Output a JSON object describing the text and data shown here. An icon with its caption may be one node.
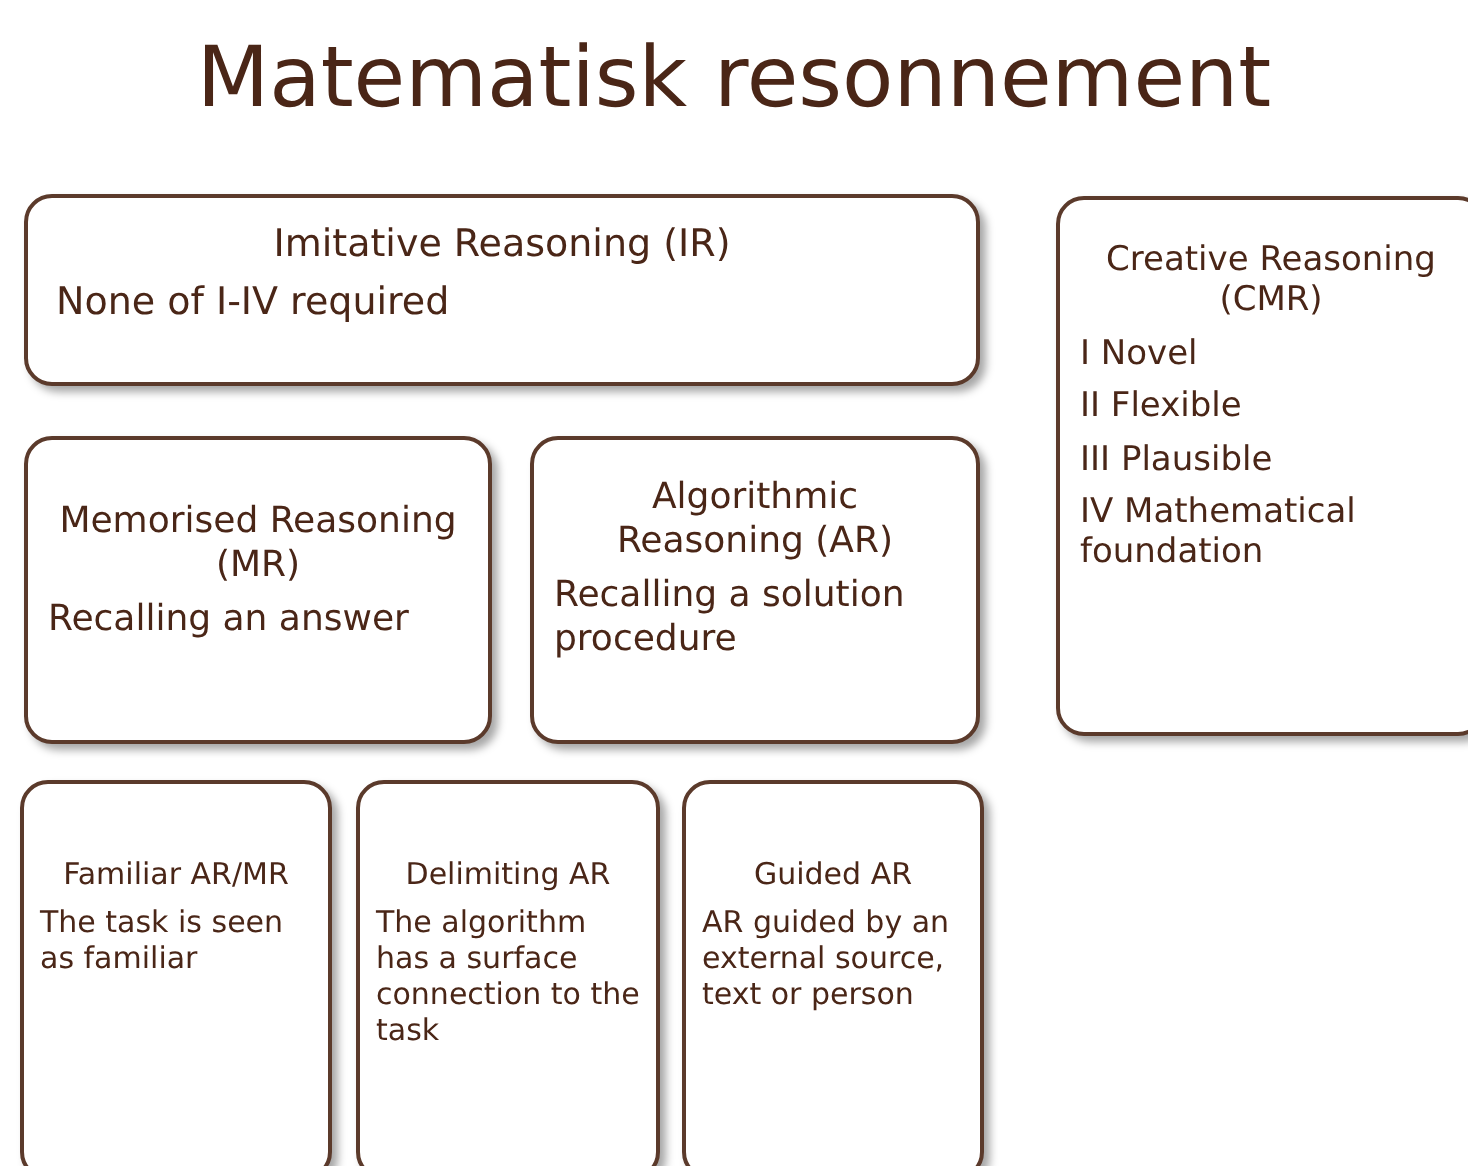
{
  "diagram": {
    "title": "Matematisk resonnement",
    "nodes": [
      {
        "text": [
          "Imitative Reasoning (IR)",
          "None of I-IV required"
        ]
      },
      {
        "text": [
          "Memorised Reasoning (MR)",
          "Recalling an answer"
        ]
      },
      {
        "text": [
          "Algorithmic Reasoning (AR)",
          "Recalling a solution procedure"
        ]
      },
      {
        "text": [
          "Familiar AR/MR",
          "The task is seen as familiar"
        ]
      },
      {
        "text": [
          "Delimiting AR",
          "The algorithm has a surface connection to the task"
        ]
      },
      {
        "text": [
          "Guided AR",
          "AR guided by an external source, text or person"
        ]
      },
      {
        "text": [
          "Creative Reasoning (CMR)",
          "I Novel",
          "II Flexible",
          "III Plausible",
          "IV Mathematical foundation"
        ]
      }
    ]
  }
}
